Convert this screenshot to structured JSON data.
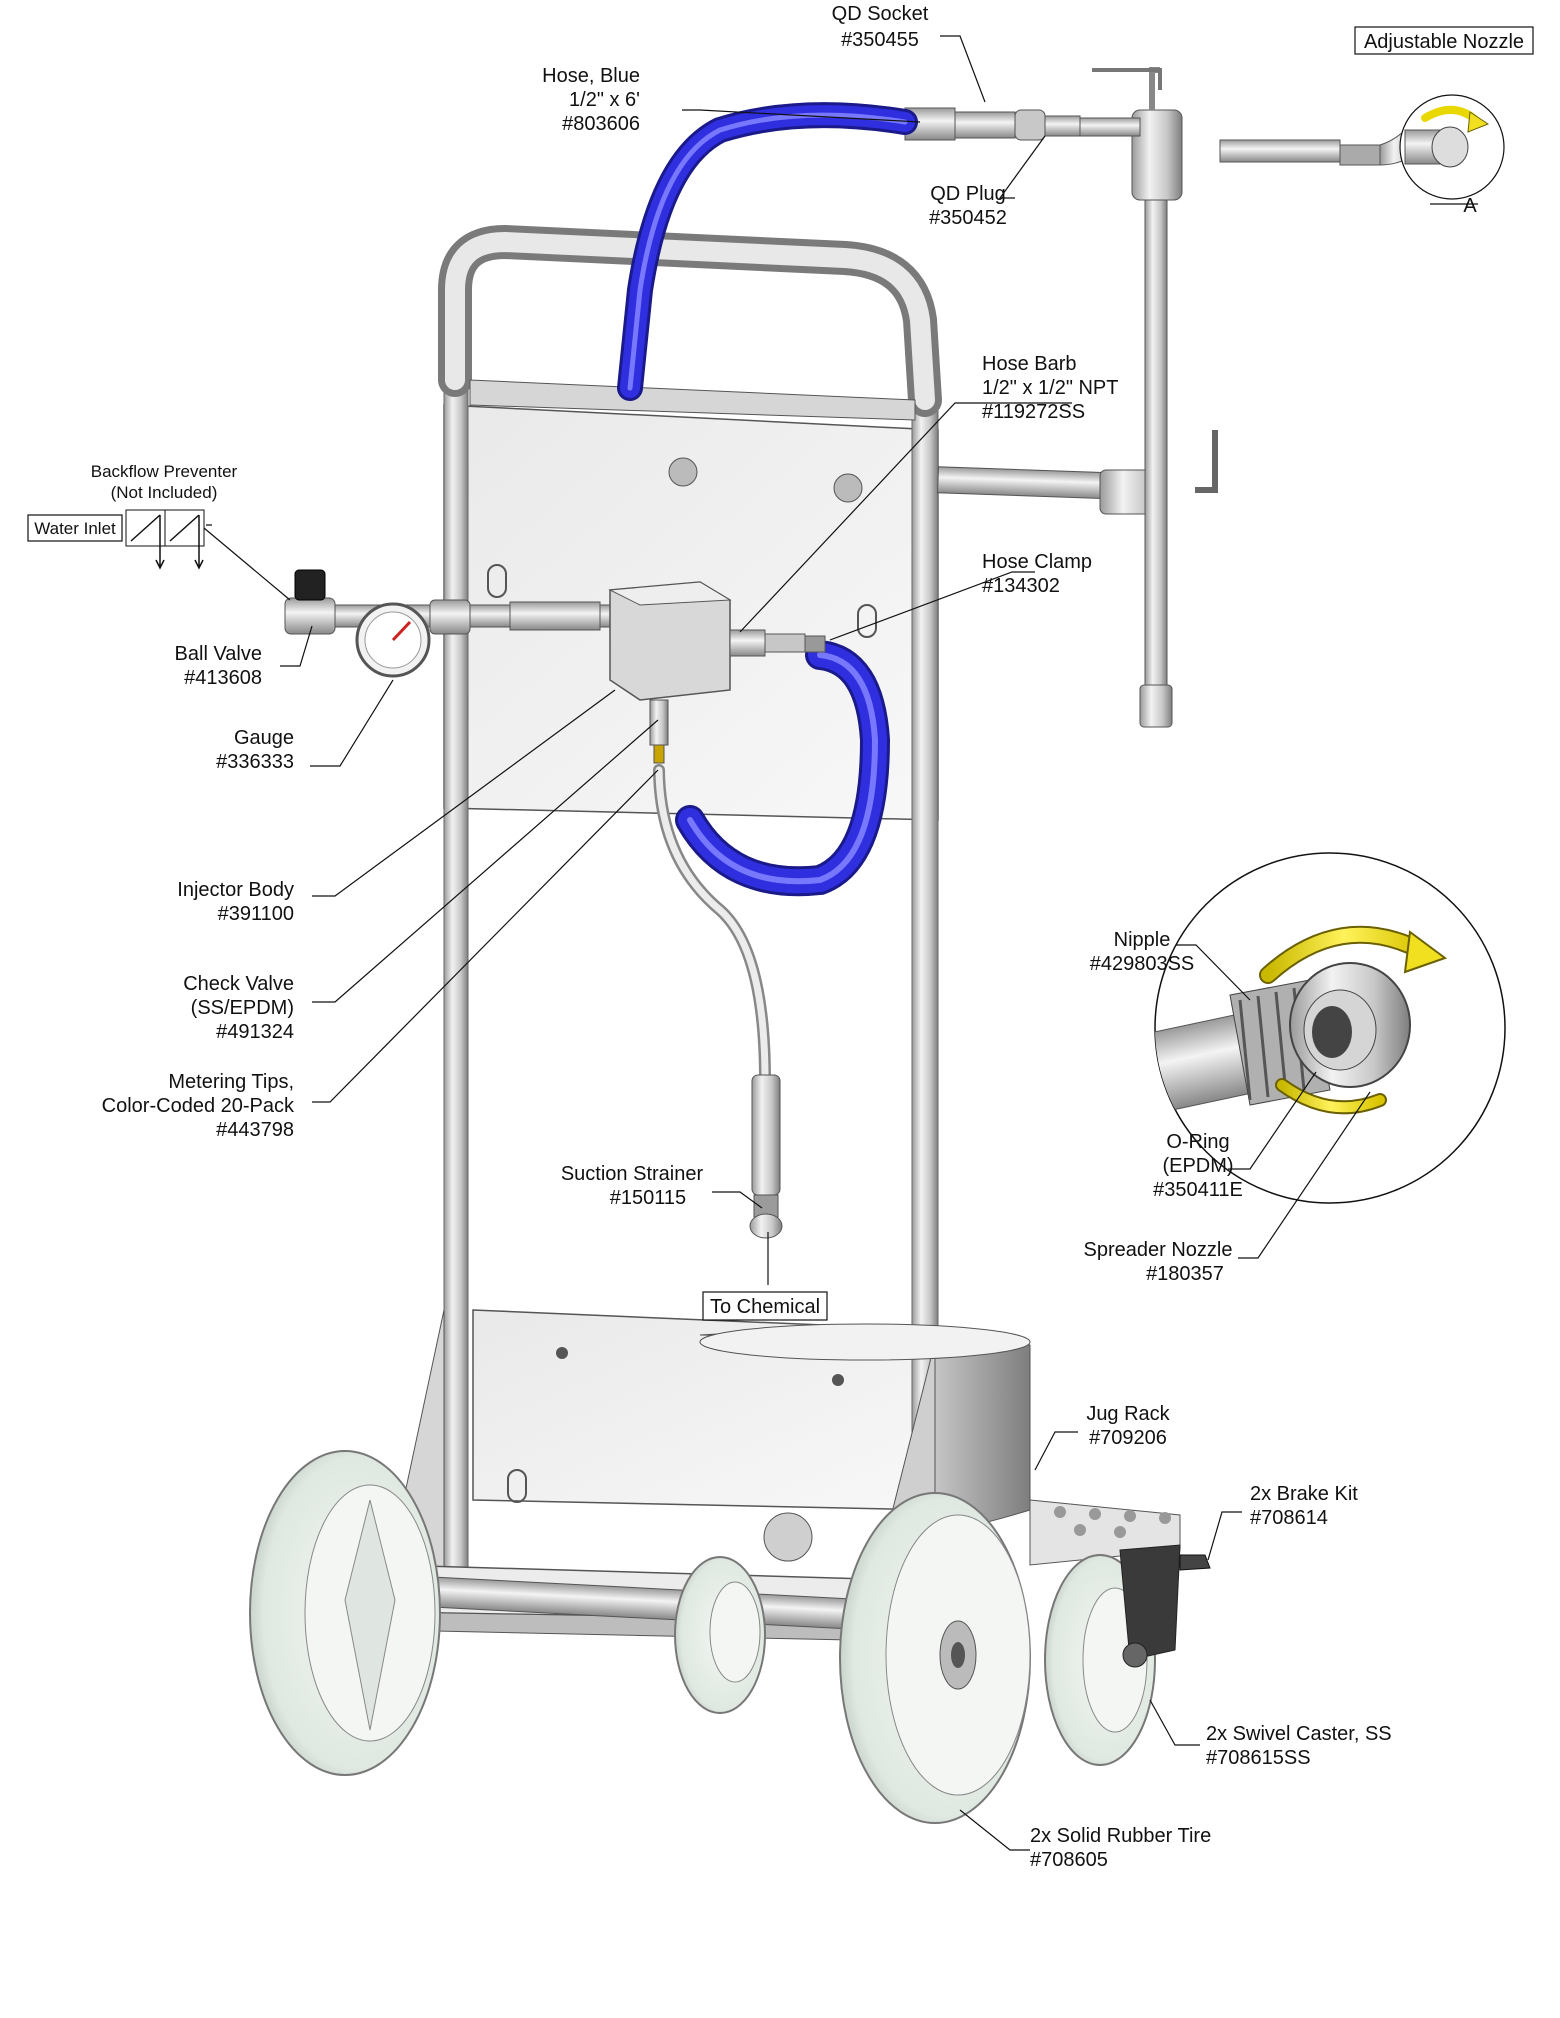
{
  "labels": {
    "qd_socket": {
      "name": "QD Socket",
      "part": "#350455"
    },
    "adjustable_nozzle": {
      "name": "Adjustable Nozzle"
    },
    "hose_blue": {
      "name": "Hose, Blue",
      "size": "1/2\" x 6'",
      "part": "#803606"
    },
    "qd_plug": {
      "name": "QD Plug",
      "part": "#350452"
    },
    "detail_a": {
      "name": "A"
    },
    "hose_barb": {
      "name": "Hose Barb",
      "size": "1/2\" x 1/2\" NPT",
      "part": "#119272SS"
    },
    "backflow": {
      "line1": "Backflow Preventer",
      "line2": "(Not Included)"
    },
    "water_inlet": {
      "name": "Water Inlet"
    },
    "hose_clamp": {
      "name": "Hose Clamp",
      "part": "#134302"
    },
    "ball_valve": {
      "name": "Ball Valve",
      "part": "#413608"
    },
    "gauge": {
      "name": "Gauge",
      "part": "#336333"
    },
    "injector_body": {
      "name": "Injector Body",
      "part": "#391100"
    },
    "nipple": {
      "name": "Nipple",
      "part": "#429803SS"
    },
    "check_valve": {
      "line1": "Check Valve",
      "line2": "(SS/EPDM)",
      "part": "#491324"
    },
    "metering_tips": {
      "line1": "Metering Tips,",
      "line2": "Color-Coded 20-Pack",
      "part": "#443798"
    },
    "o_ring": {
      "line1": "O-Ring",
      "line2": "(EPDM)",
      "part": "#350411E"
    },
    "suction_strainer": {
      "name": "Suction Strainer",
      "part": "#150115"
    },
    "spreader_nozzle": {
      "name": "Spreader Nozzle",
      "part": "#180357"
    },
    "to_chemical": {
      "name": "To Chemical"
    },
    "jug_rack": {
      "name": "Jug Rack",
      "part": "#709206"
    },
    "brake_kit": {
      "name": "2x Brake Kit",
      "part": "#708614"
    },
    "swivel_caster": {
      "name": "2x Swivel Caster, SS",
      "part": "#708615SS"
    },
    "rubber_tire": {
      "name": "2x Solid Rubber Tire",
      "part": "#708605"
    }
  },
  "colors": {
    "hose_blue": "#2f2fe0",
    "steel_light": "#d9d9d9",
    "steel_dark": "#8a8a8a",
    "tire": "#e4ece6",
    "rotation_arrow": "#f0e020",
    "outline": "#111111"
  }
}
